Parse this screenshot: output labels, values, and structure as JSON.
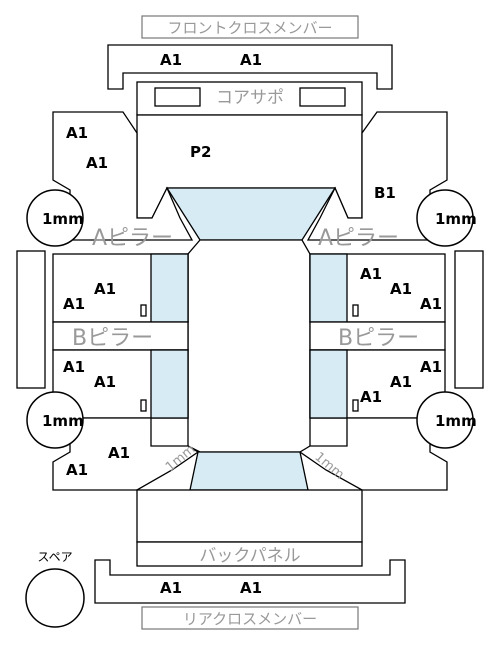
{
  "panels": {
    "front_crossmember": "フロントクロスメンバー",
    "core_support": "コアサポ",
    "a_pillar": "Aピラー",
    "b_pillar": "Bピラー",
    "back_panel": "バックパネル",
    "rear_crossmember": "リアクロスメンバー",
    "spare": "スペア",
    "mm_tag": "1mm"
  },
  "codes": {
    "a1": "A1",
    "b1": "B1",
    "p2": "P2",
    "one_mm": "1mm"
  }
}
